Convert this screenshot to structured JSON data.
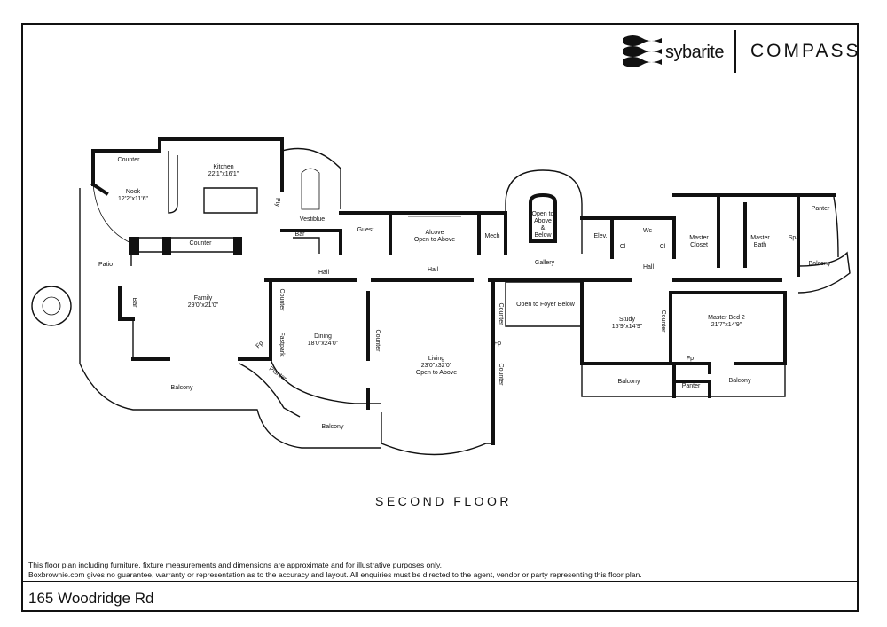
{
  "brand": {
    "left_name": "sybarite",
    "right_name": "COMPASS",
    "logo_icon": "sybarite-wave-logo"
  },
  "floor_title": "SECOND FLOOR",
  "disclaimer": {
    "line1": "This floor plan including furniture, fixture measurements and dimensions are approximate and for illustrative purposes only.",
    "line2": "Boxbrownie.com gives no guarantee, warranty or representation as to the accuracy and layout. All enquiries must be directed to the agent, vendor or party representing this floor plan."
  },
  "address": "165 Woodridge Rd",
  "rooms": {
    "counter_nook": "Counter",
    "kitchen": "Kitchen",
    "kitchen_dim": "22'1\"x16'1\"",
    "nook": "Nook",
    "nook_dim": "12'2\"x11'6\"",
    "pty": "Pty",
    "vestibule": "Vestiblue",
    "bar": "Bar",
    "guest": "Guest",
    "alcove": "Alcove",
    "alcove_sub": "Open to Above",
    "mech": "Mech",
    "open_above_1": "Open to",
    "open_above_2": "Above",
    "open_above_3": "&",
    "open_above_4": "Below",
    "elev": "Elev.",
    "wc": "Wc",
    "cl1": "Cl",
    "cl2": "Cl",
    "master_closet_1": "Master",
    "master_closet_2": "Closet",
    "master_bath_1": "Master",
    "master_bath_2": "Bath",
    "panter_top": "Panter",
    "spa": "Spa",
    "balcony_right": "Balcony",
    "counter_family": "Counter",
    "patio": "Patio",
    "hall_left": "Hall",
    "hall_mid": "Hall",
    "gallery": "Gallery",
    "hall_right": "Hall",
    "family": "Family",
    "family_dim": "29'0\"x21'0\"",
    "bar_family": "Bar",
    "counter_dining": "Counter",
    "fastpark": "Fastpark",
    "fp_dining": "Fp",
    "dining": "Dining",
    "dining_dim": "18'0\"x24'0\"",
    "planter": "Planter",
    "counter_living": "Counter",
    "counter_gallery": "Counter",
    "fp_living": "Fp",
    "counter_living2": "Counter",
    "living": "Living",
    "living_dim": "23'0\"x32'0\"",
    "living_sub": "Open to Above",
    "open_foyer": "Open to Foyer Below",
    "study": "Study",
    "study_dim": "15'9\"x14'9\"",
    "counter_study": "Counter",
    "master_bed": "Master Bed 2",
    "master_bed_dim": "21'7\"x14'9\"",
    "fp_master": "Fp",
    "balcony_family": "Balcony",
    "balcony_dining": "Balcony",
    "balcony_study": "Balcony",
    "panter_bottom": "Panter",
    "balcony_master": "Balcony"
  }
}
